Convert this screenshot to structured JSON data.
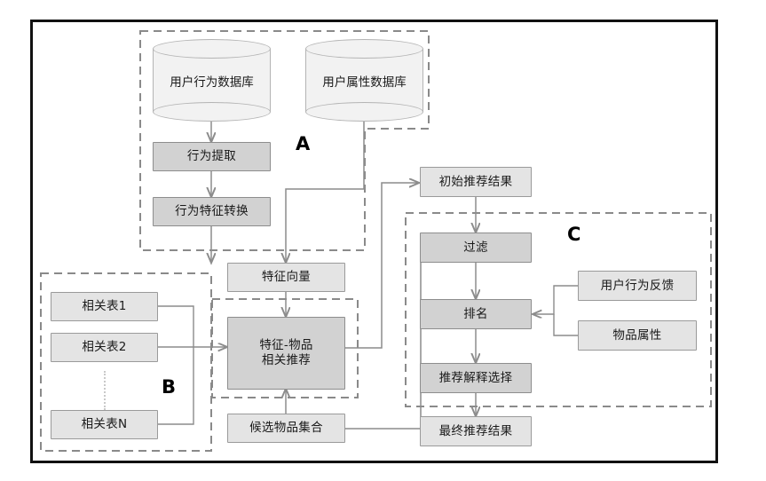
{
  "diagram": {
    "title": "",
    "groups": [
      {
        "id": "A",
        "label": "A"
      },
      {
        "id": "B",
        "label": "B"
      },
      {
        "id": "C",
        "label": "C"
      }
    ],
    "databases": [
      {
        "id": "user-behavior-db",
        "label": "用户行为数据库"
      },
      {
        "id": "user-attribute-db",
        "label": "用户属性数据库"
      }
    ],
    "nodes": [
      {
        "id": "behavior-extraction",
        "label": "行为提取"
      },
      {
        "id": "behavior-feature-transform",
        "label": "行为特征转换"
      },
      {
        "id": "feature-vector",
        "label": "特征向量"
      },
      {
        "id": "feature-item-recommend",
        "label": "特征-物品\n相关推荐"
      },
      {
        "id": "candidate-item-set",
        "label": "候选物品集合"
      },
      {
        "id": "initial-recommend-result",
        "label": "初始推荐结果"
      },
      {
        "id": "filter",
        "label": "过滤"
      },
      {
        "id": "ranking",
        "label": "排名"
      },
      {
        "id": "explanation-selection",
        "label": "推荐解释选择"
      },
      {
        "id": "final-recommend-result",
        "label": "最终推荐结果"
      },
      {
        "id": "user-behavior-feedback",
        "label": "用户行为反馈"
      },
      {
        "id": "item-attribute",
        "label": "物品属性"
      },
      {
        "id": "relation-table-1",
        "label": "相关表1"
      },
      {
        "id": "relation-table-2",
        "label": "相关表2"
      },
      {
        "id": "relation-table-n",
        "label": "相关表N"
      }
    ],
    "colors": {
      "frame_border": "#111111",
      "box_fill_light": "#e4e4e4",
      "box_fill_dark": "#d2d2d2",
      "box_border": "#9a9a9a",
      "cylinder_fill": "#f2f2f2",
      "cylinder_border": "#b4b4b4",
      "group_dash": "#8a8a8a",
      "connector": "#8c8c8c",
      "text": "#1a1a1a"
    }
  }
}
